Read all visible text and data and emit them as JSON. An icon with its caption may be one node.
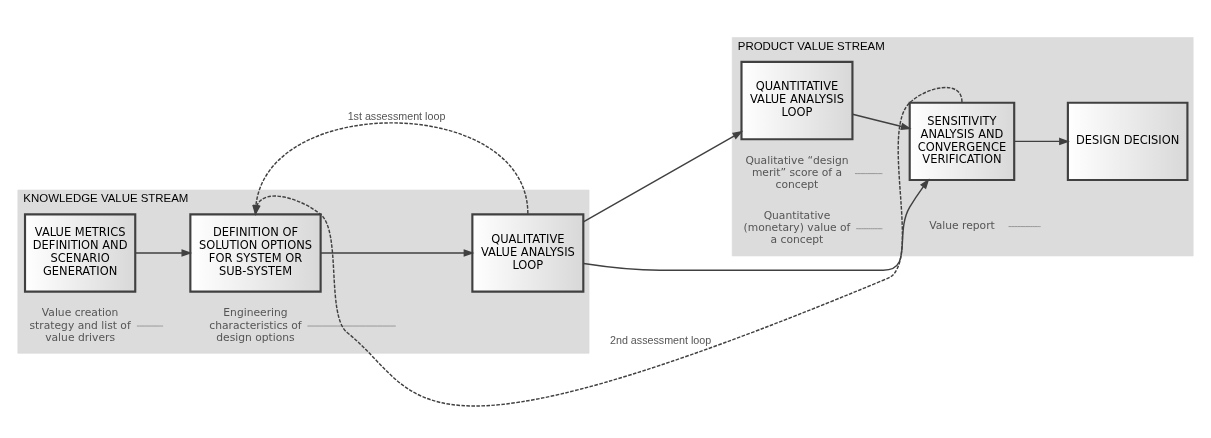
{
  "diagram": {
    "nodes": [
      {
        "text": [
          "KNOWLEDGE VALUE STREAM"
        ]
      },
      {
        "text": [
          "VALUE METRICS DEFINITION AND SCENARIO GENERATION"
        ],
        "in": 0
      },
      {
        "text": [
          "DEFINITION OF SOLUTION OPTIONS FOR SYSTEM OR SUB-SYSTEM"
        ],
        "in": 0
      },
      {
        "text": [
          "QUALITATIVE VALUE ANALYSIS LOOP"
        ],
        "in": 0
      },
      {
        "text": [
          "PRODUCT VALUE STREAM"
        ]
      },
      {
        "text": [
          "QUANTITATIVE VALUE ANALYSIS LOOP"
        ],
        "in": 4
      },
      {
        "text": [
          "SENSITIVITY ANALYSIS AND CONVERGENCE VERIFICATION"
        ],
        "in": 4
      },
      {
        "text": [
          "DESIGN DECISION"
        ],
        "in": 4
      },
      {
        "text": [
          "Value creation strategy and list of value drivers"
        ],
        "in": 0
      },
      {
        "text": [
          "Engineering characteristics of design options"
        ],
        "in": 0
      },
      {
        "text": [
          "Qualitative “design merit” score of a concept"
        ],
        "in": 4
      },
      {
        "text": [
          "Quantitative (monetary) value of a concept"
        ],
        "in": 4
      },
      {
        "text": [
          "Value report"
        ],
        "in": 4
      }
    ],
    "edges": [
      {
        "from": 1,
        "to": 2,
        "arrow": "to"
      },
      {
        "from": 2,
        "to": 3,
        "arrow": "to"
      },
      {
        "from": 3,
        "to": 5,
        "arrow": "to"
      },
      {
        "from": 5,
        "to": 6,
        "arrow": "to"
      },
      {
        "from": 6,
        "to": 7,
        "arrow": "to"
      },
      {
        "from": 3,
        "to": 6,
        "arrow": "to"
      },
      {
        "from": 3,
        "to": 2,
        "arrow": "to",
        "style": "dashed",
        "label": "1st assessment loop"
      },
      {
        "from": 6,
        "to": 2,
        "arrow": "to",
        "style": "dashed",
        "label": "2nd assessment loop"
      },
      {
        "from": 8,
        "to": null,
        "arrow": "none",
        "color": "#8c8c8c"
      },
      {
        "from": 9,
        "to": null,
        "arrow": "none",
        "color": "#8c8c8c"
      },
      {
        "from": 10,
        "to": null,
        "arrow": "none",
        "color": "#8c8c8c"
      },
      {
        "from": 11,
        "to": null,
        "arrow": "none",
        "color": "#8c8c8c"
      },
      {
        "from": 12,
        "to": null,
        "arrow": "none",
        "color": "#8c8c8c"
      }
    ]
  }
}
